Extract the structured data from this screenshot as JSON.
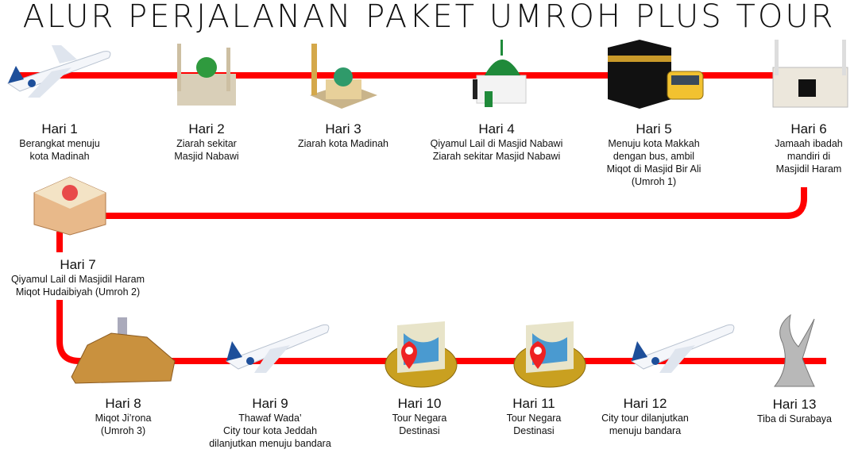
{
  "title": "ALUR PERJALANAN PAKET UMROH PLUS TOUR",
  "colors": {
    "path": "#ff0000",
    "text": "#111111"
  },
  "steps": [
    {
      "day": "Hari 1",
      "desc": "Berangkat menuju\nkota Madinah",
      "icon": "airplane-icon"
    },
    {
      "day": "Hari 2",
      "desc": "Ziarah sekitar\nMasjid Nabawi",
      "icon": "mosque-icon"
    },
    {
      "day": "Hari 3",
      "desc": "Ziarah kota Madinah",
      "icon": "mosque-icon"
    },
    {
      "day": "Hari 4",
      "desc": "Qiyamul Lail di Masjid Nabawi\nZiarah sekitar Masjid Nabawi",
      "icon": "mosque-green-dome-icon"
    },
    {
      "day": "Hari 5",
      "desc": "Menuju kota Makkah\ndengan bus, ambil\nMiqot di Masjid Bir Ali\n(Umroh 1)",
      "icon": "kaaba-bus-icon"
    },
    {
      "day": "Hari 6",
      "desc": "Jamaah ibadah\nmandiri di\nMasjidil Haram",
      "icon": "masjidil-haram-icon"
    },
    {
      "day": "Hari 7",
      "desc": "Qiyamul Lail di Masjidil Haram\nMiqot Hudaibiyah (Umroh 2)",
      "icon": "mosque-red-dome-icon"
    },
    {
      "day": "Hari 8",
      "desc": "Miqot Ji’rona\n(Umroh 3)",
      "icon": "mountain-icon"
    },
    {
      "day": "Hari 9",
      "desc": "Thawaf Wada’\nCity tour kota Jeddah\ndilanjutkan menuju bandara",
      "icon": "airplane-icon"
    },
    {
      "day": "Hari 10",
      "desc": "Tour Negara\nDestinasi",
      "icon": "map-pin-icon"
    },
    {
      "day": "Hari 11",
      "desc": "Tour Negara\nDestinasi",
      "icon": "map-pin-icon"
    },
    {
      "day": "Hari 12",
      "desc": "City tour dilanjutkan\nmenuju bandara",
      "icon": "airplane-icon"
    },
    {
      "day": "Hari 13",
      "desc": "Tiba di Surabaya",
      "icon": "sculpture-icon"
    }
  ]
}
